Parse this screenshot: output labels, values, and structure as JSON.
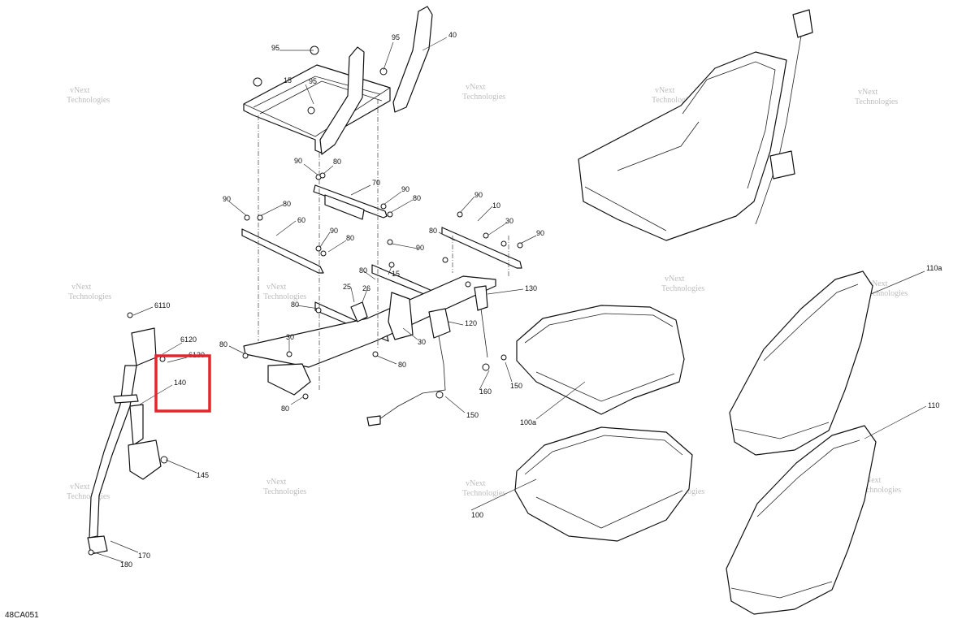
{
  "diagram": {
    "figure_code": "48CA051",
    "watermark": {
      "line1": "vNext",
      "line2": "Technologies"
    },
    "callouts": [
      {
        "id": "c95a",
        "text": "95"
      },
      {
        "id": "c95b",
        "text": "95"
      },
      {
        "id": "c95c",
        "text": "95"
      },
      {
        "id": "c15a",
        "text": "15"
      },
      {
        "id": "c40",
        "text": "40"
      },
      {
        "id": "c90a",
        "text": "90"
      },
      {
        "id": "c80a",
        "text": "80"
      },
      {
        "id": "c70",
        "text": "70"
      },
      {
        "id": "c90b",
        "text": "90"
      },
      {
        "id": "c80b",
        "text": "80"
      },
      {
        "id": "c90c",
        "text": "90"
      },
      {
        "id": "c80c",
        "text": "80"
      },
      {
        "id": "c60",
        "text": "60"
      },
      {
        "id": "c90d",
        "text": "90"
      },
      {
        "id": "c80d",
        "text": "80"
      },
      {
        "id": "c90e",
        "text": "90"
      },
      {
        "id": "c90f",
        "text": "90"
      },
      {
        "id": "c10",
        "text": "10"
      },
      {
        "id": "c30a",
        "text": "30"
      },
      {
        "id": "c80e",
        "text": "80"
      },
      {
        "id": "c90g",
        "text": "90"
      },
      {
        "id": "c15b",
        "text": "15"
      },
      {
        "id": "c80f",
        "text": "80"
      },
      {
        "id": "c25",
        "text": "25"
      },
      {
        "id": "c26",
        "text": "26"
      },
      {
        "id": "c130",
        "text": "130"
      },
      {
        "id": "c80g",
        "text": "80"
      },
      {
        "id": "c30b",
        "text": "30"
      },
      {
        "id": "c80h",
        "text": "80"
      },
      {
        "id": "c30c",
        "text": "30"
      },
      {
        "id": "c120",
        "text": "120"
      },
      {
        "id": "c80i",
        "text": "80"
      },
      {
        "id": "c80j",
        "text": "80"
      },
      {
        "id": "c160",
        "text": "160"
      },
      {
        "id": "c150a",
        "text": "150"
      },
      {
        "id": "c150b",
        "text": "150"
      },
      {
        "id": "c6110",
        "text": "6110"
      },
      {
        "id": "c6120",
        "text": "6120"
      },
      {
        "id": "c6130",
        "text": "6130"
      },
      {
        "id": "c140",
        "text": "140"
      },
      {
        "id": "c145",
        "text": "145"
      },
      {
        "id": "c170",
        "text": "170"
      },
      {
        "id": "c180",
        "text": "180"
      },
      {
        "id": "c100a",
        "text": "100a"
      },
      {
        "id": "c100",
        "text": "100"
      },
      {
        "id": "c110a",
        "text": "110a"
      },
      {
        "id": "c110",
        "text": "110"
      }
    ],
    "highlight": {
      "callout": "140",
      "color": "#e3262b"
    },
    "colors": {
      "line": "#111111",
      "highlight": "#e3262b",
      "watermark": "#bdbdbd"
    }
  }
}
